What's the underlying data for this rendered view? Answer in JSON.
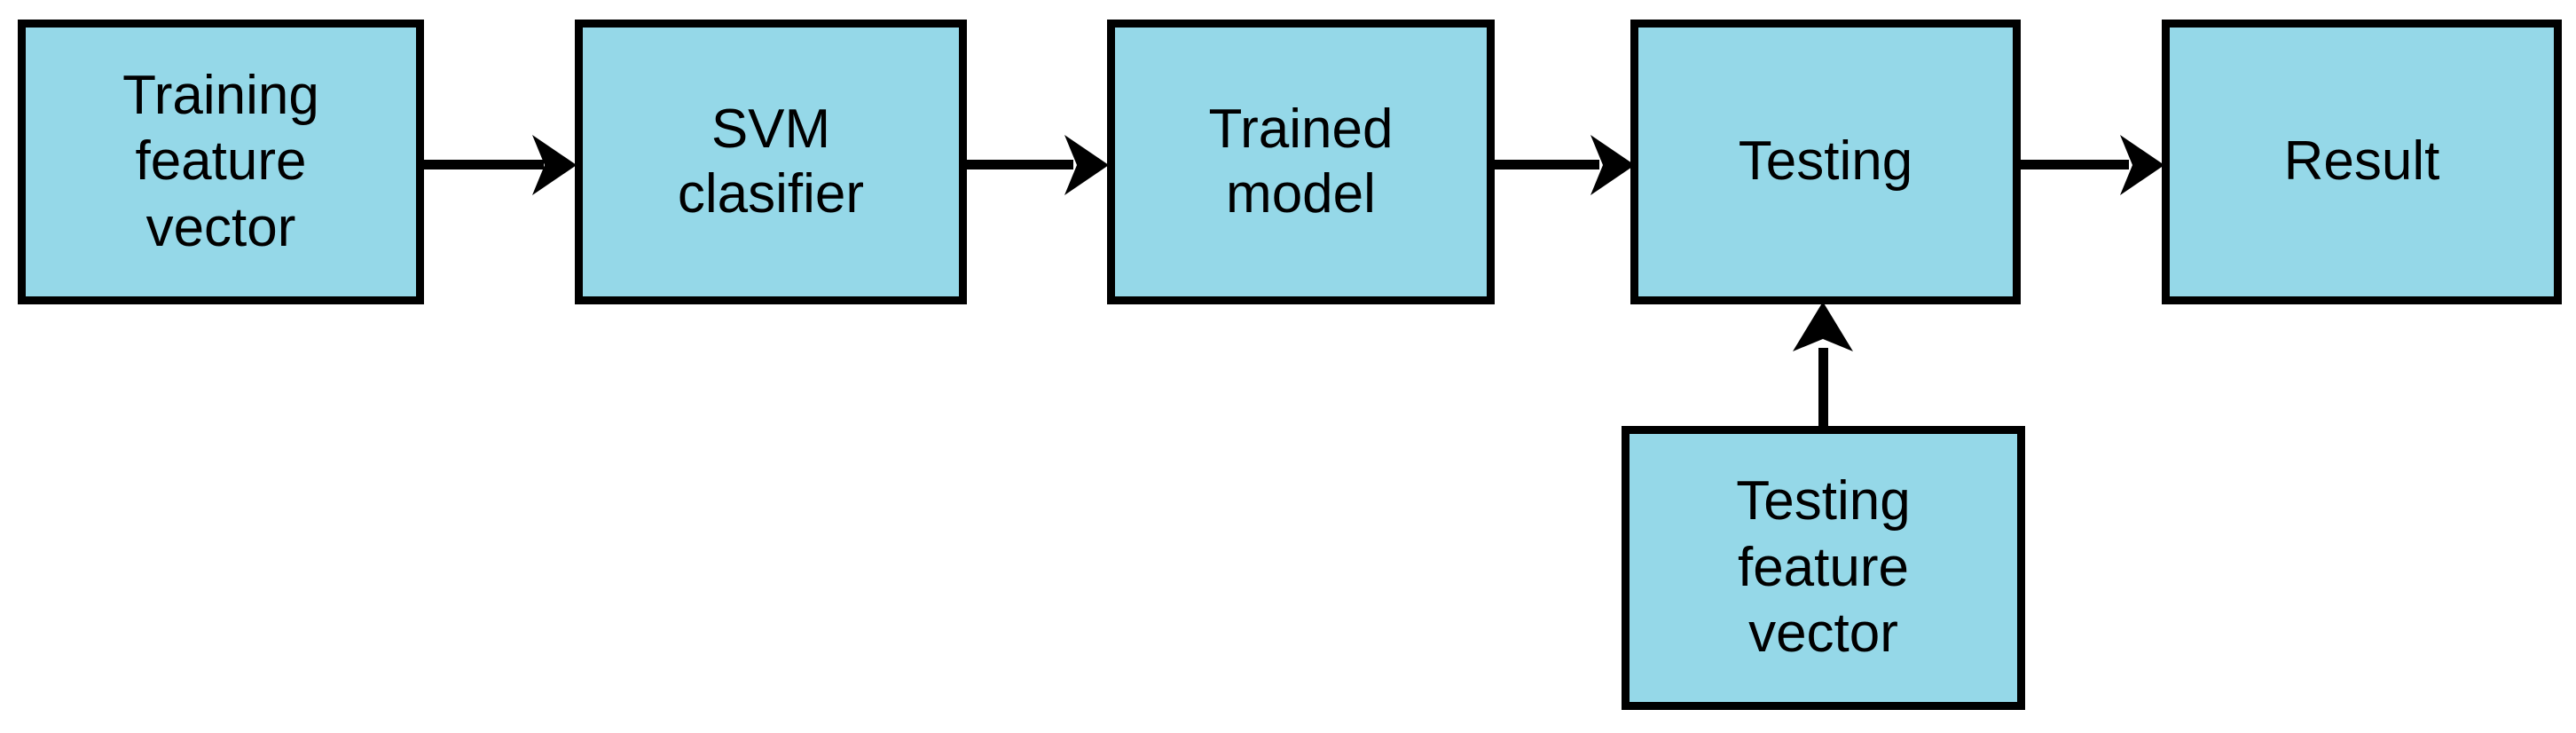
{
  "diagram": {
    "title": "SVM classification pipeline flowchart",
    "background_color": "#ffffff",
    "node_fill_color": "#95d8e8",
    "node_border_color": "#000000",
    "text_color": "#000000",
    "nodes": [
      {
        "id": "training-feature-vector",
        "label": "Training\nfeature\nvector"
      },
      {
        "id": "svm-clasifier",
        "label": "SVM\nclasifier"
      },
      {
        "id": "trained-model",
        "label": "Trained\nmodel"
      },
      {
        "id": "testing",
        "label": "Testing"
      },
      {
        "id": "result",
        "label": "Result"
      },
      {
        "id": "testing-feature-vector",
        "label": "Testing\nfeature\nvector"
      }
    ],
    "connectors": [
      {
        "id": "training-to-svm",
        "from": "training-feature-vector",
        "to": "svm-clasifier",
        "direction": "right"
      },
      {
        "id": "svm-to-trained",
        "from": "svm-clasifier",
        "to": "trained-model",
        "direction": "right"
      },
      {
        "id": "trained-to-testing",
        "from": "trained-model",
        "to": "testing",
        "direction": "right"
      },
      {
        "id": "testing-to-result",
        "from": "testing",
        "to": "result",
        "direction": "right"
      },
      {
        "id": "testingvec-to-testing",
        "from": "testing-feature-vector",
        "to": "testing",
        "direction": "up"
      }
    ]
  }
}
